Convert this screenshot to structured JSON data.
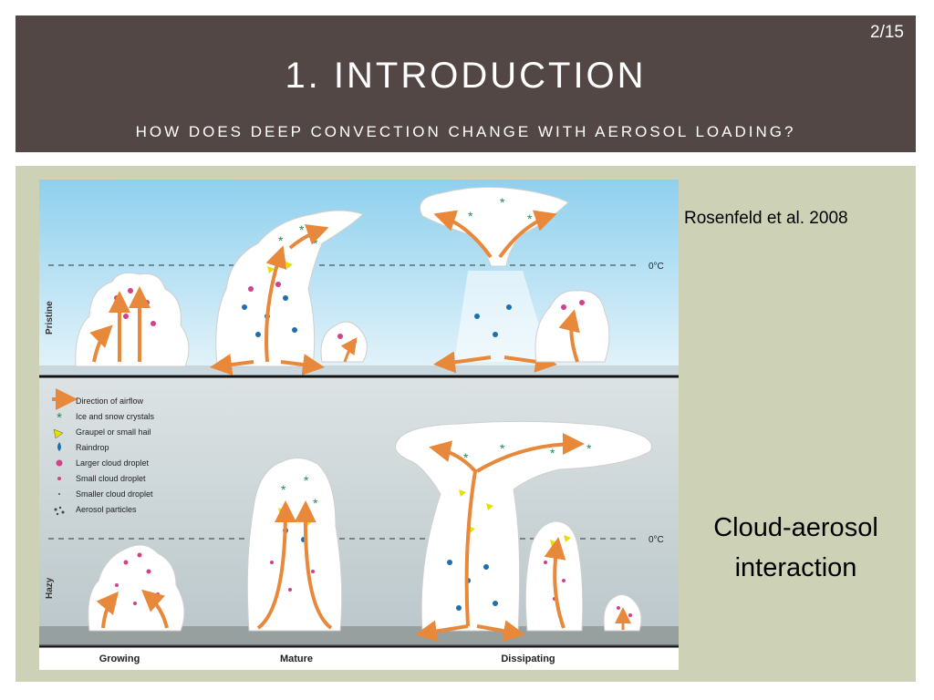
{
  "header": {
    "page_number": "2/15",
    "title": "1. INTRODUCTION",
    "subtitle": "HOW DOES DEEP CONVECTION CHANGE WITH AEROSOL LOADING?"
  },
  "citation": "Rosenfeld et al. 2008",
  "caption": "Cloud-aerosol interaction",
  "figure": {
    "panel_top_label": "Pristine",
    "panel_bottom_label": "Hazy",
    "freezing_label": "0°C",
    "stages": [
      "Growing",
      "Mature",
      "Dissipating"
    ],
    "legend": [
      {
        "icon": "arrow-icon",
        "label": "Direction of airflow"
      },
      {
        "icon": "asterisk-icon",
        "label": "Ice and snow crystals"
      },
      {
        "icon": "triangle-icon",
        "label": "Graupel or small hail"
      },
      {
        "icon": "drop-icon",
        "label": "Raindrop"
      },
      {
        "icon": "large-dot-icon",
        "label": "Larger cloud droplet"
      },
      {
        "icon": "small-dot-icon",
        "label": "Small cloud droplet"
      },
      {
        "icon": "tiny-dot-icon",
        "label": "Smaller cloud droplet"
      },
      {
        "icon": "aerosol-icon",
        "label": "Aerosol particles"
      }
    ],
    "colors": {
      "arrow": "#e8883a",
      "ice": "#1f8a5a",
      "graupel": "#e6e000",
      "rain": "#1f6fb0",
      "droplet": "#d2418a",
      "sky_top": "#9fd6ef",
      "haze": "#c8d3d6"
    }
  }
}
